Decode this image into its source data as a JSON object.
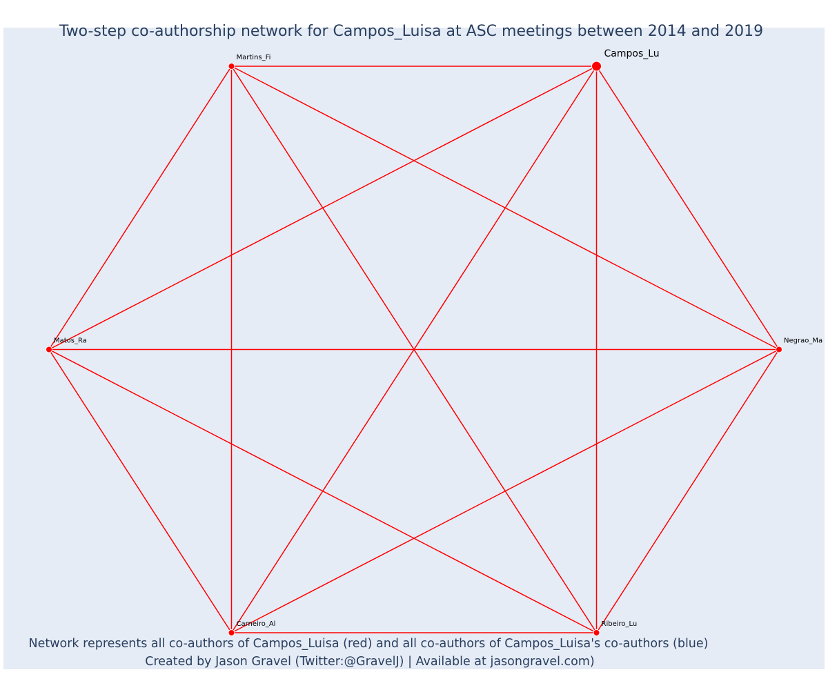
{
  "title": "Two-step co-authorship network for Campos_Luisa at ASC meetings between 2014 and 2019",
  "footer": {
    "line1": "Network represents all co-authors of Campos_Luisa (red) and all co-authors of Campos_Luisa's co-authors (blue)",
    "line2": "Created by Jason Gravel (Twitter:@GravelJ) | Available at jasongravel.com)"
  },
  "colors": {
    "plot_background": "#e5ecf6",
    "edge": "#ff0000",
    "node_fill": "#ff0000",
    "node_border": "#ffffff",
    "text": "#2a3f5f"
  },
  "chart_data": {
    "type": "network",
    "focal_node": "Campos_Lu",
    "nodes": [
      {
        "id": "Campos_Lu",
        "label": "Campos_Lu",
        "group": "focal",
        "x": 0.5,
        "y": 0.866
      },
      {
        "id": "Martins_Fi",
        "label": "Martins_Fi",
        "group": "coauthor",
        "x": -0.5,
        "y": 0.866
      },
      {
        "id": "Matos_Ra",
        "label": "Matos_Ra",
        "group": "coauthor",
        "x": -1.0,
        "y": 0.0
      },
      {
        "id": "Carneiro_Al",
        "label": "Carneiro_Al",
        "group": "coauthor",
        "x": -0.5,
        "y": -0.866
      },
      {
        "id": "Ribeiro_Lu",
        "label": "Ribeiro_Lu",
        "group": "coauthor",
        "x": 0.5,
        "y": -0.866
      },
      {
        "id": "Negrao_Ma",
        "label": "Negrao_Ma",
        "group": "coauthor",
        "x": 1.0,
        "y": 0.0
      }
    ],
    "edges": [
      [
        "Martins_Fi",
        "Campos_Lu"
      ],
      [
        "Martins_Fi",
        "Matos_Ra"
      ],
      [
        "Martins_Fi",
        "Carneiro_Al"
      ],
      [
        "Martins_Fi",
        "Ribeiro_Lu"
      ],
      [
        "Martins_Fi",
        "Negrao_Ma"
      ],
      [
        "Campos_Lu",
        "Matos_Ra"
      ],
      [
        "Campos_Lu",
        "Carneiro_Al"
      ],
      [
        "Campos_Lu",
        "Ribeiro_Lu"
      ],
      [
        "Campos_Lu",
        "Negrao_Ma"
      ],
      [
        "Matos_Ra",
        "Carneiro_Al"
      ],
      [
        "Matos_Ra",
        "Ribeiro_Lu"
      ],
      [
        "Matos_Ra",
        "Negrao_Ma"
      ],
      [
        "Carneiro_Al",
        "Ribeiro_Lu"
      ],
      [
        "Carneiro_Al",
        "Negrao_Ma"
      ],
      [
        "Ribeiro_Lu",
        "Negrao_Ma"
      ]
    ],
    "xlim": [
      -1.0,
      1.0
    ],
    "ylim": [
      -0.866,
      0.866
    ],
    "grid": false,
    "axes_visible": false
  }
}
